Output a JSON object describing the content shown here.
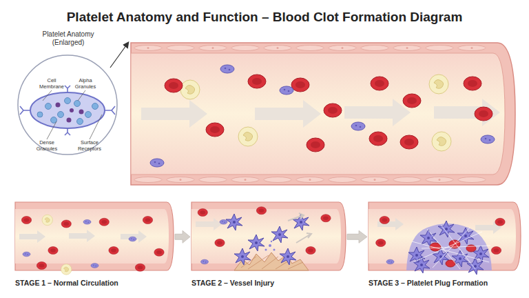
{
  "diagram": {
    "title": "Platelet Anatomy and Function – Blood Clot Formation Diagram",
    "nodes": [
      {
        "text": [
          "Platelet Anatomy (Enlarged)",
          "Cell Membrane",
          "Alpha Granules",
          "Dense Granules",
          "Surface Receptors"
        ]
      },
      {
        "text": [
          "STAGE 1 – Normal Circulation"
        ]
      },
      {
        "text": [
          "STAGE 2 – Vessel Injury"
        ]
      },
      {
        "text": [
          "STAGE 3 – Platelet Plug Formation"
        ]
      }
    ],
    "edges": [
      {
        "from": 1,
        "to": 2,
        "arrow": "to"
      },
      {
        "from": 2,
        "to": 3,
        "arrow": "to"
      }
    ]
  }
}
